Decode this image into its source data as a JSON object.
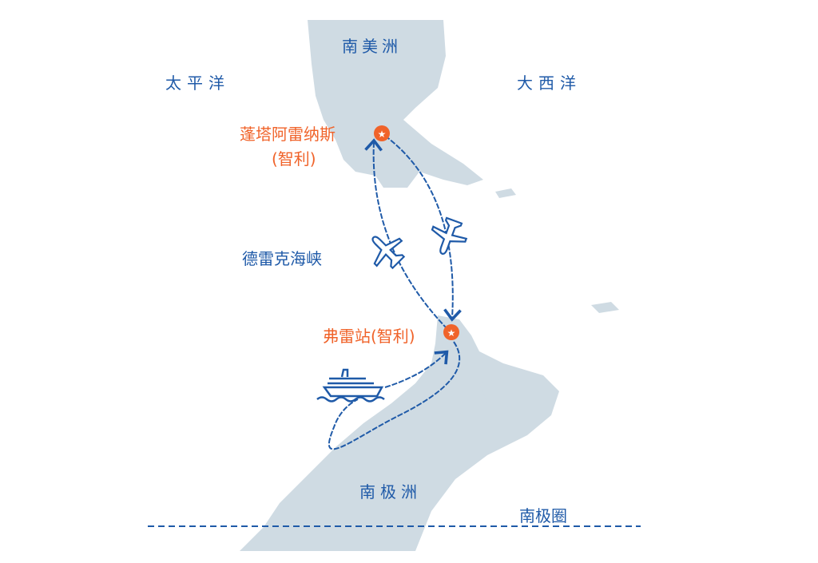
{
  "colors": {
    "land": "#cfdbe3",
    "route": "#1f5aa8",
    "place": "#f0632a"
  },
  "regions": {
    "south_america": "南美洲",
    "pacific": "太平洋",
    "atlantic": "大西洋",
    "drake_passage": "德雷克海峡",
    "antarctica": "南极洲",
    "antarctic_circle": "南极圈"
  },
  "places": {
    "punta_arenas_line1": "蓬塔阿雷纳斯",
    "punta_arenas_line2": "(智利)",
    "frei_station": "弗雷站(智利)"
  },
  "icons": [
    "star-marker-icon",
    "airplane-icon",
    "ship-icon",
    "arrow-icon"
  ]
}
